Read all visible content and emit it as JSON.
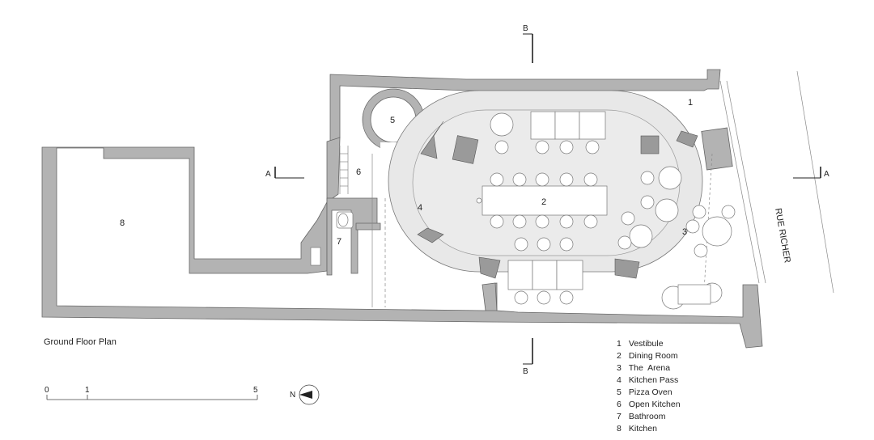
{
  "plan_title": "Ground Floor Plan",
  "street_label": "RUE RICHER",
  "section_markers": {
    "a_left": "A",
    "a_right": "A",
    "b_top": "B",
    "b_bottom": "B"
  },
  "north_label": "N",
  "scale_bar": {
    "labels": [
      "0",
      "1",
      "5"
    ]
  },
  "rooms": [
    {
      "number": "1",
      "name": "Vestibule"
    },
    {
      "number": "2",
      "name": "Dining Room"
    },
    {
      "number": "3",
      "name": "The  Arena"
    },
    {
      "number": "4",
      "name": "Kitchen Pass"
    },
    {
      "number": "5",
      "name": "Pizza Oven"
    },
    {
      "number": "6",
      "name": "Open Kitchen"
    },
    {
      "number": "7",
      "name": "Bathroom"
    },
    {
      "number": "8",
      "name": "Kitchen"
    }
  ],
  "colors": {
    "wall": "#b3b3b3",
    "arena_floor": "#e8e8e8",
    "line": "#555555"
  }
}
